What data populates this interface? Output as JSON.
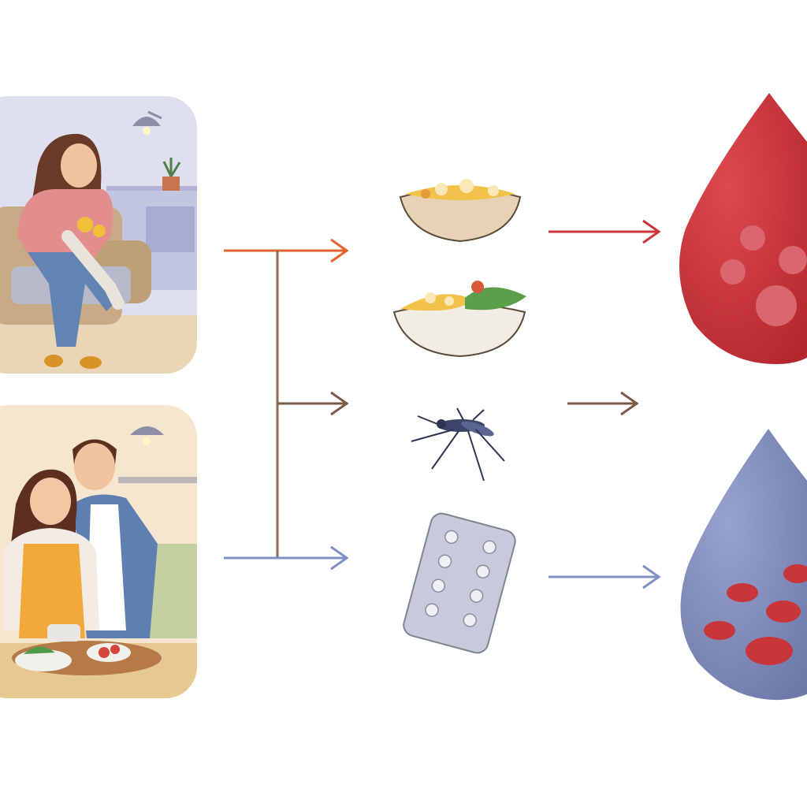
{
  "scenes": [
    {
      "id": "woman-snacking-on-couch",
      "icon": "woman-eating-snacks-icon"
    },
    {
      "id": "couple-cooking-together",
      "icon": "couple-cooking-icon"
    }
  ],
  "items": [
    {
      "id": "plain-bowl",
      "icon": "food-bowl-icon"
    },
    {
      "id": "salad-bowl",
      "icon": "salad-bowl-icon"
    },
    {
      "id": "mosquito",
      "icon": "mosquito-icon"
    },
    {
      "id": "pill-pack",
      "icon": "pill-blister-pack-icon"
    }
  ],
  "outcomes": [
    {
      "id": "red-blood-drop",
      "icon": "red-blood-drop-icon"
    },
    {
      "id": "blue-blood-drop",
      "icon": "blue-blood-drop-icon"
    }
  ],
  "colors": {
    "arrow_orange": "#e0632e",
    "arrow_brown": "#7a5a48",
    "arrow_blue": "#7f8fc2",
    "arrow_red": "#c8363a",
    "drop_red": "#c8343a",
    "drop_blue": "#7e8ab8",
    "cell_red": "#c8363a",
    "bowl_tan": "#e6d2b4",
    "bowl_white": "#f1ece4"
  }
}
